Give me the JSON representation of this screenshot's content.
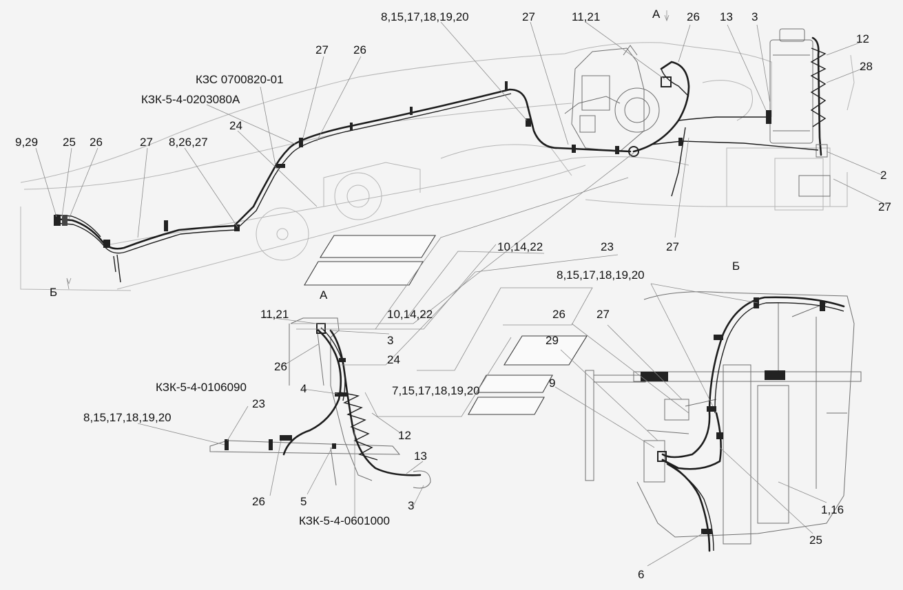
{
  "labels": [
    "8,15,17,18,19,20",
    "27",
    "11,21",
    "А",
    "26",
    "13",
    "3",
    "12",
    "28",
    "2",
    "27",
    "27",
    "26",
    "КЗС 0700820-01",
    "КЗК-5-4-0203080А",
    "24",
    "9,29",
    "25",
    "26",
    "27",
    "8,26,27",
    "Б",
    "10,14,22",
    "23",
    "27",
    "Б",
    "8,15,17,18,19,20",
    "А",
    "11,21",
    "10,14,22",
    "26",
    "27",
    "3",
    "29",
    "26",
    "24",
    "9",
    "КЗК-5-4-0106090",
    "4",
    "7,15,17,18,19,20",
    "23",
    "8,15,17,18,19,20",
    "12",
    "13",
    "26",
    "5",
    "3",
    "КЗК-5-4-0601000",
    "1,16",
    "25",
    "6"
  ]
}
